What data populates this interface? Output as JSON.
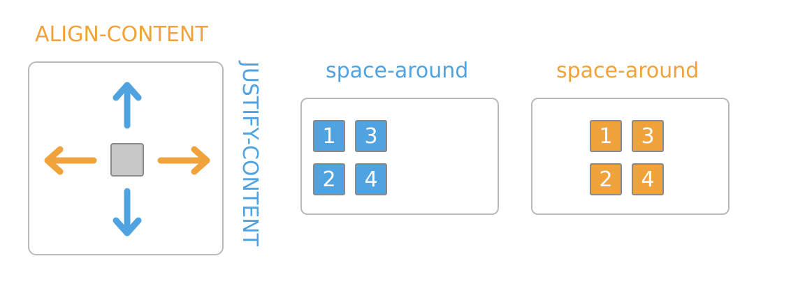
{
  "labels": {
    "align_content": "ALIGN-CONTENT",
    "justify_content": "JUSTIFY-CONTENT"
  },
  "colors": {
    "orange": "#f0a33a",
    "blue": "#4fa3e0",
    "border": "#b9b9b9",
    "center_square": "#c8c8c8"
  },
  "axis_icons": [
    "arrow-up-icon",
    "arrow-down-icon",
    "arrow-left-icon",
    "arrow-right-icon",
    "center-square-icon"
  ],
  "panels": [
    {
      "title": "space-around",
      "color": "blue",
      "items": [
        "1",
        "3",
        "2",
        "4"
      ]
    },
    {
      "title": "space-around",
      "color": "orange",
      "items": [
        "1",
        "3",
        "2",
        "4"
      ]
    }
  ]
}
